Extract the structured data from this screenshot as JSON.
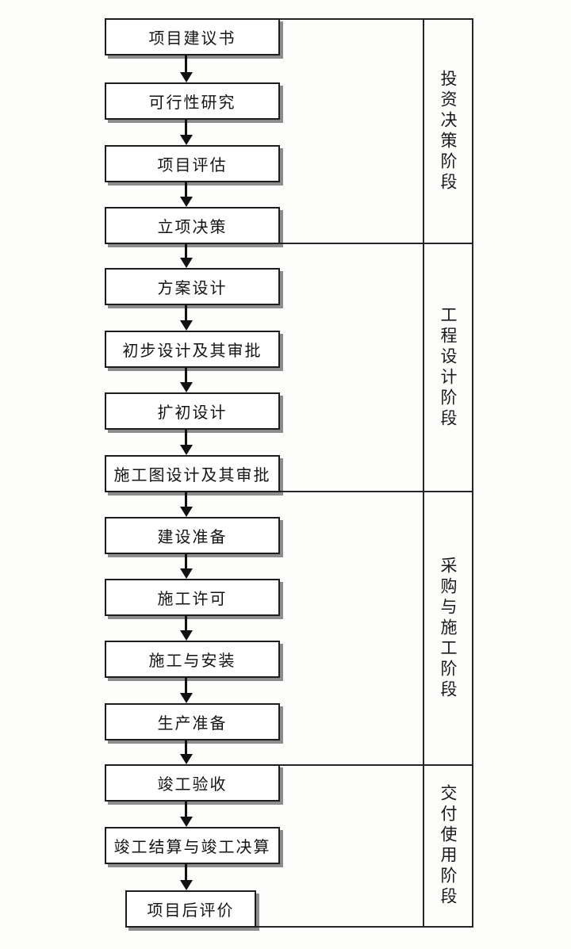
{
  "flow": {
    "steps": [
      {
        "label": "项目建议书"
      },
      {
        "label": "可行性研究"
      },
      {
        "label": "项目评估"
      },
      {
        "label": "立项决策"
      },
      {
        "label": "方案设计"
      },
      {
        "label": "初步设计及其审批"
      },
      {
        "label": "扩初设计"
      },
      {
        "label": "施工图设计及其审批"
      },
      {
        "label": "建设准备"
      },
      {
        "label": "施工许可"
      },
      {
        "label": "施工与安装"
      },
      {
        "label": "生产准备"
      },
      {
        "label": "竣工验收"
      },
      {
        "label": "竣工结算与竣工决算"
      },
      {
        "label": "项目后评价"
      }
    ]
  },
  "phases": [
    {
      "label": "投资决策阶段",
      "covers_steps": "1-4"
    },
    {
      "label": "工程设计阶段",
      "covers_steps": "5-8"
    },
    {
      "label": "采购与施工阶段",
      "covers_steps": "9-12"
    },
    {
      "label": "交付使用阶段",
      "covers_steps": "13-15"
    }
  ],
  "colors": {
    "line": "#262626",
    "box_border": "#1d1d1d",
    "box_fill": "#ffffff",
    "box_shadow": "#8d8d8d",
    "text": "#141414",
    "background": "#fdfdfc"
  }
}
